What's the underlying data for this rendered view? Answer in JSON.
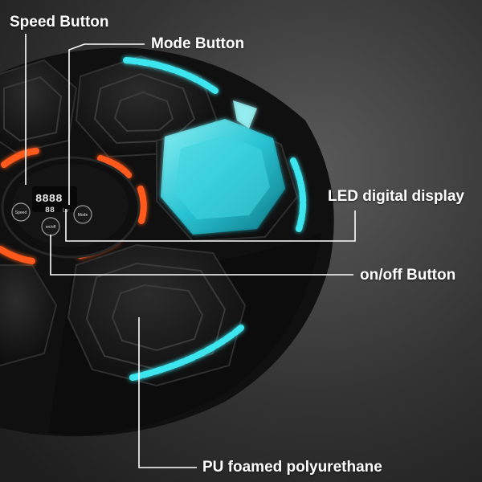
{
  "callouts": {
    "speed_button": "Speed Button",
    "mode_button": "Mode Button",
    "led_display": "LED digital display",
    "onoff_button": "on/off Button",
    "pu_material": "PU foamed polyurethane"
  },
  "device": {
    "speed_key": "Speed",
    "mode_key": "Mode",
    "power_key": "on/off",
    "display_main": "8888",
    "display_sub": "88",
    "display_unit": "Lv"
  },
  "colors": {
    "background": "#2a2a2a",
    "device_body": "#161616",
    "led_cyan": "#3ee6ef",
    "led_orange": "#ff5a1f",
    "callout_line": "#ffffff",
    "label_text": "#ffffff"
  }
}
